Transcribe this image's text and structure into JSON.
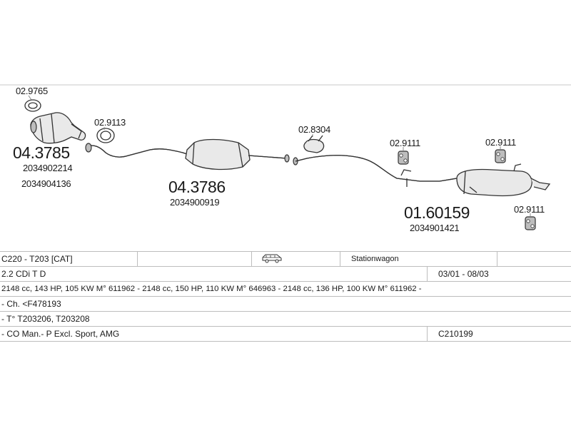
{
  "parts": [
    {
      "id": "ring1",
      "code": "02.9765"
    },
    {
      "id": "cat1",
      "code": "04.3785",
      "refs": [
        "2034902214",
        "2034904136"
      ]
    },
    {
      "id": "gasket1",
      "code": "02.9113"
    },
    {
      "id": "mid",
      "code": "04.3786",
      "refs": [
        "2034900919"
      ]
    },
    {
      "id": "clamp",
      "code": "02.8304"
    },
    {
      "id": "hanger1",
      "code": "02.9111"
    },
    {
      "id": "hanger2",
      "code": "02.9111"
    },
    {
      "id": "rear",
      "code": "01.60159",
      "refs": [
        "2034901421"
      ]
    },
    {
      "id": "hanger3",
      "code": "02.9111"
    }
  ],
  "info": {
    "model": "C220 - T203  [CAT]",
    "body_type": "Stationwagon",
    "vehicle_icon": "station-wagon-icon",
    "engine": "2.2 CDi T D",
    "period": "03/01 - 08/03",
    "specs": "2148 cc, 143 HP, 105 KW M° 611962 - 2148 cc, 150 HP, 110 KW M° 646963 - 2148 cc, 136 HP, 100 KW M° 611962 -",
    "chassis": "- Ch. <F478193",
    "type_codes": "- T° T203206, T203208",
    "notes": "- CO Man.- P Excl. Sport, AMG",
    "code": "C210199"
  }
}
